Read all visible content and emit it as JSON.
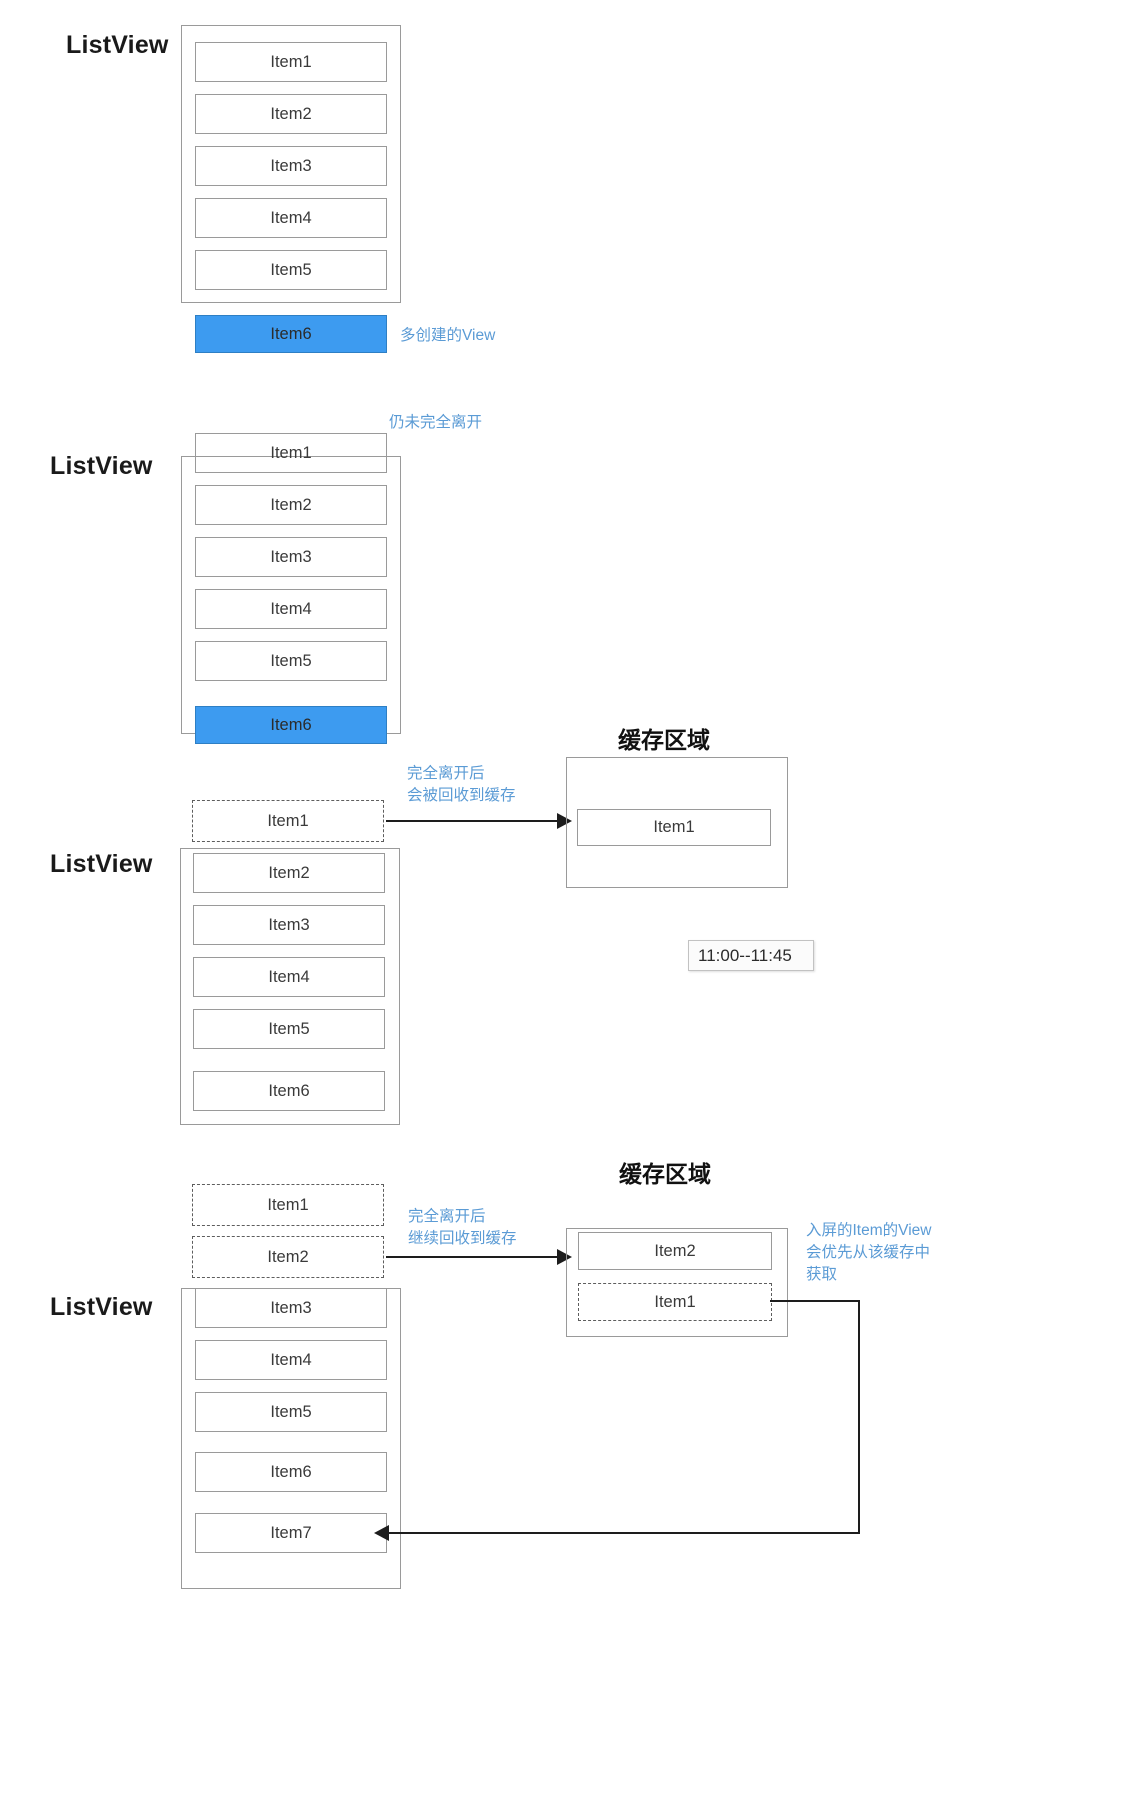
{
  "diagram": {
    "title": "ListView View Recycling And Cache Flow",
    "accent_color": "#5b9bd5",
    "highlight_color": "#3d9bf0",
    "border_color": "#9a9a9a",
    "arrow_color": "#1d1d1d"
  },
  "labels": {
    "listview": "ListView",
    "cache_area": "缓存区域"
  },
  "tooltip": {
    "text": "11:00--11:45"
  },
  "stage1": {
    "listview_label": "ListView",
    "items": [
      "Item1",
      "Item2",
      "Item3",
      "Item4",
      "Item5"
    ],
    "extra_item": "Item6",
    "note": "多创建的View"
  },
  "stage2": {
    "listview_label": "ListView",
    "note": "仍未完全离开",
    "items": [
      "Item1",
      "Item2",
      "Item3",
      "Item4",
      "Item5"
    ],
    "extra_item": "Item6"
  },
  "stage3": {
    "listview_label": "ListView",
    "recycled_item": "Item1",
    "items": [
      "Item2",
      "Item3",
      "Item4",
      "Item5",
      "Item6"
    ],
    "note": "完全离开后\n会被回收到缓存",
    "cache_title": "缓存区域",
    "cache_items": [
      "Item1"
    ]
  },
  "stage4": {
    "listview_label": "ListView",
    "recycled_items": [
      "Item1",
      "Item2"
    ],
    "items": [
      "Item3",
      "Item4",
      "Item5",
      "Item6",
      "Item7"
    ],
    "note": "完全离开后\n继续回收到缓存",
    "cache_title": "缓存区域",
    "cache_items": [
      "Item2",
      "Item1"
    ],
    "reuse_note": "入屏的Item的View\n会优先从该缓存中\n获取"
  }
}
